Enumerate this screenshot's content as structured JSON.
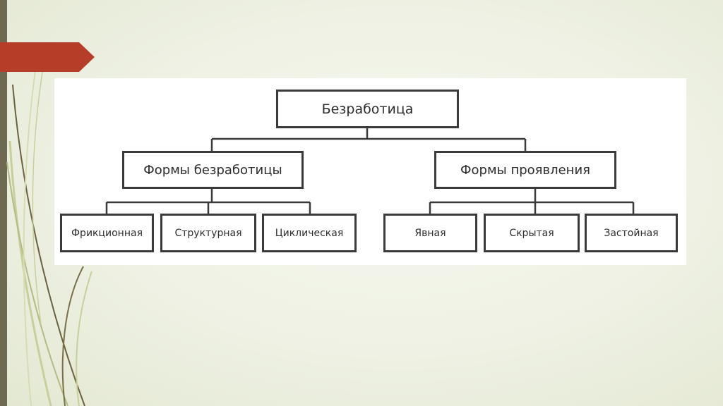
{
  "slide": {
    "colors": {
      "ribbon": "#b63e28",
      "left_bar": "#6e6a52",
      "deco_line_light": "#c9cf9a",
      "deco_line_dark": "#6b6140",
      "node_border": "#3a3a3a"
    }
  },
  "diagram": {
    "root": {
      "label": "Безработица"
    },
    "branches": [
      {
        "label": "Формы безработицы",
        "children": [
          {
            "label": "Фрикционная"
          },
          {
            "label": "Структурная"
          },
          {
            "label": "Циклическая"
          }
        ]
      },
      {
        "label": "Формы проявления",
        "children": [
          {
            "label": "Явная"
          },
          {
            "label": "Скрытая"
          },
          {
            "label": "Застойная"
          }
        ]
      }
    ]
  }
}
